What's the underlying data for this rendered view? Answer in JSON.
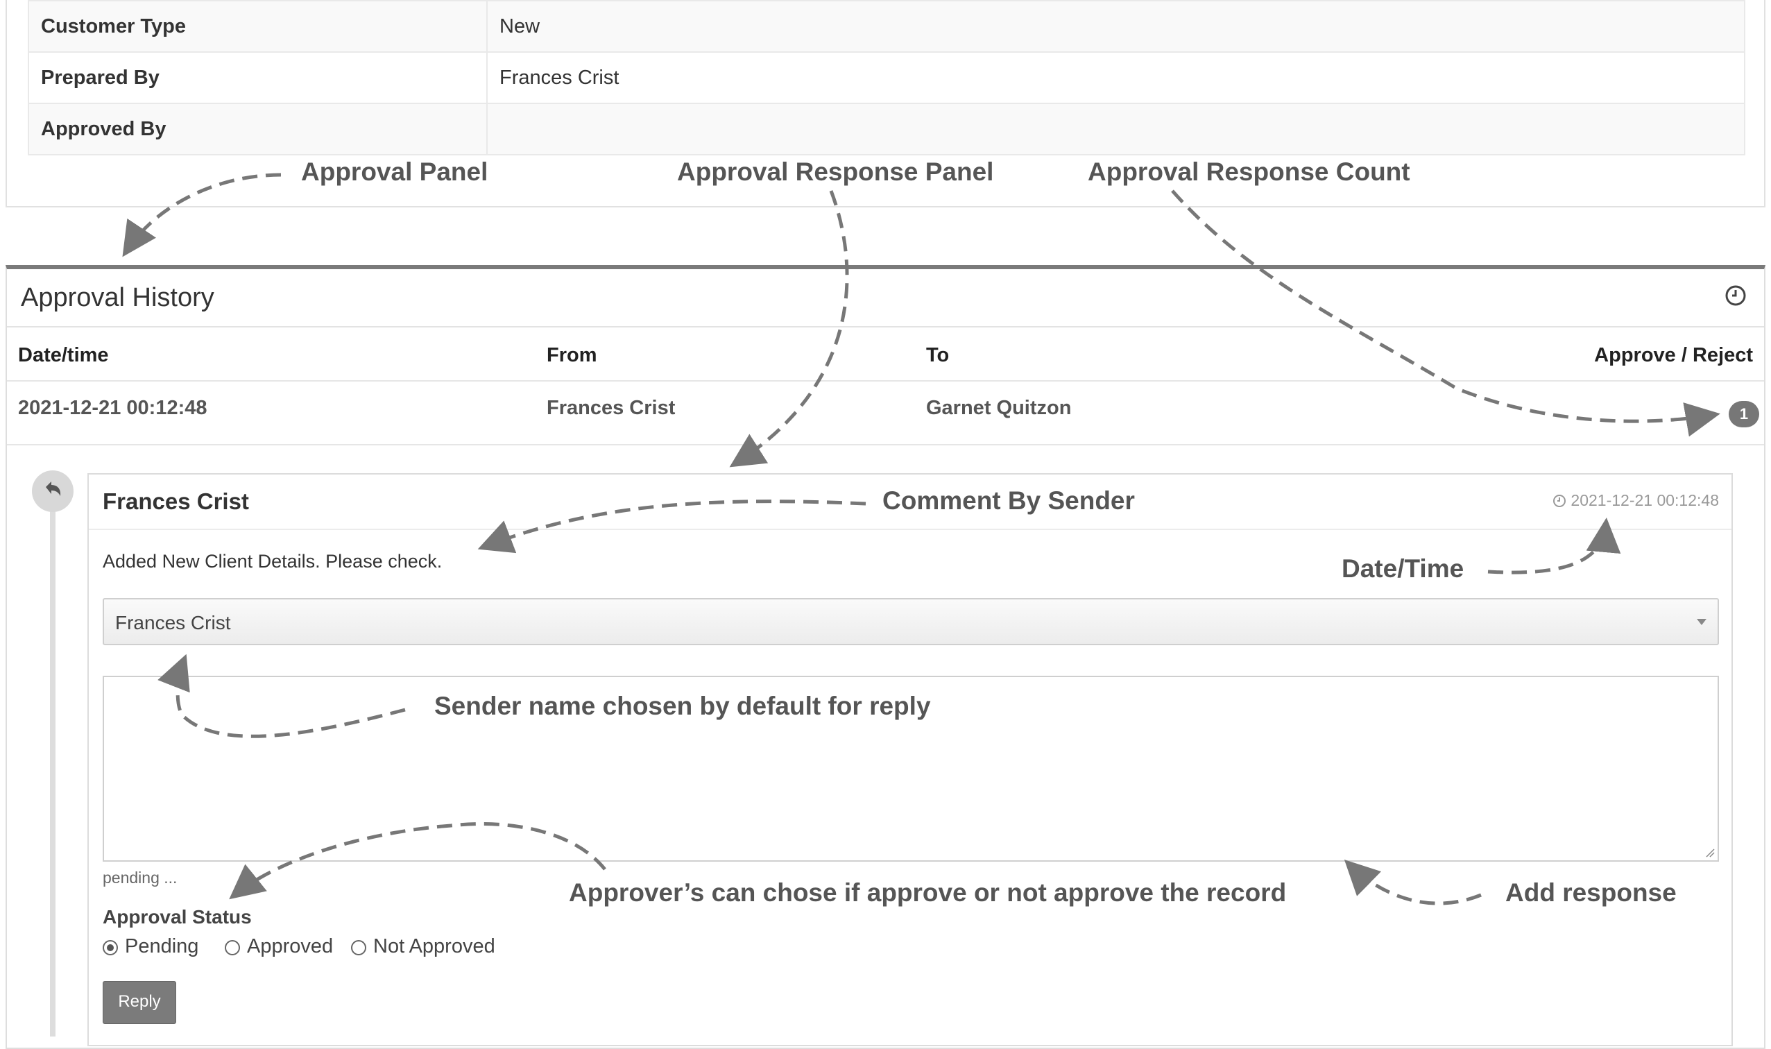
{
  "details": {
    "rows": [
      {
        "label": "Customer Type",
        "value": "New"
      },
      {
        "label": "Prepared By",
        "value": "Frances Crist"
      },
      {
        "label": "Approved By",
        "value": ""
      }
    ]
  },
  "annotations": {
    "approval_panel": "Approval Panel",
    "approval_response_panel": "Approval Response Panel",
    "approval_response_count": "Approval Response Count",
    "comment_by_sender": "Comment By Sender",
    "date_time": "Date/Time",
    "sender_default": "Sender name chosen by default for reply",
    "approver_choice": "Approver’s can chose if approve or not approve the record",
    "add_response": "Add response"
  },
  "history": {
    "title": "Approval History",
    "icon": "clock-icon",
    "columns": {
      "datetime": "Date/time",
      "from": "From",
      "to": "To",
      "approve_reject": "Approve / Reject"
    },
    "row": {
      "datetime": "2021-12-21 00:12:48",
      "from": "Frances Crist",
      "to": "Garnet Quitzon",
      "response_count": "1"
    }
  },
  "comment": {
    "sender": "Frances Crist",
    "timestamp": "2021-12-21 00:12:48",
    "text": "Added New Client Details. Please check.",
    "reply_to": "Frances Crist",
    "reply_text": "",
    "status_text": "pending ...",
    "status_label": "Approval Status",
    "options": [
      "Pending",
      "Approved",
      "Not Approved"
    ],
    "selected_option": "Pending",
    "reply_button": "Reply"
  },
  "colors": {
    "accent_border": "#7a7a7a",
    "badge": "#777777",
    "button": "#7b7b7b"
  }
}
